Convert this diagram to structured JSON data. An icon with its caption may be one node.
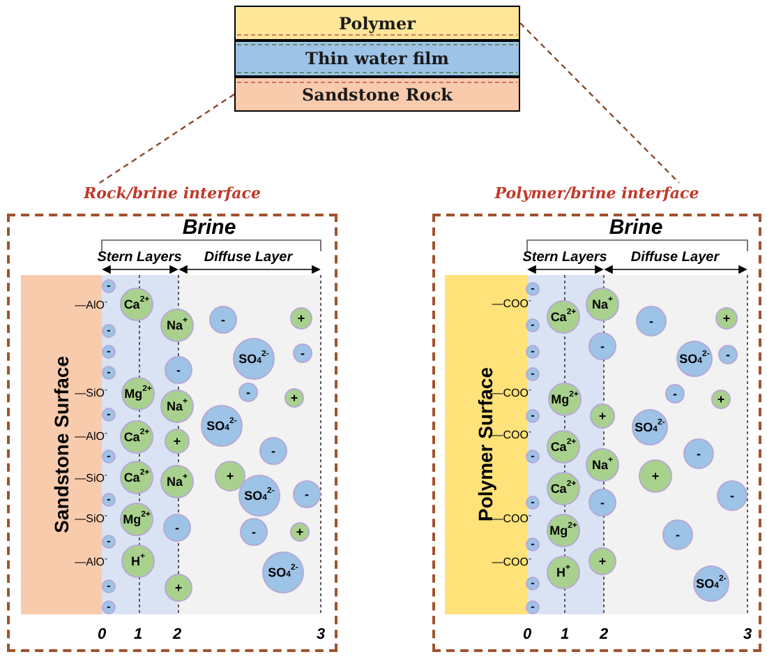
{
  "diagram": {
    "nodes": [
      {
        "text": [
          "Polymer"
        ]
      },
      {
        "text": [
          "Thin water film"
        ]
      },
      {
        "text": [
          "Sandstone Rock"
        ]
      },
      {
        "text": [
          "Rock/brine interface"
        ]
      },
      {
        "text": [
          "Sandstone Surface"
        ],
        "in": 3
      },
      {
        "text": [
          "-"
        ],
        "in": 3
      },
      {
        "text": [
          "-"
        ],
        "in": 3
      },
      {
        "text": [
          "-"
        ],
        "in": 3
      },
      {
        "text": [
          "-"
        ],
        "in": 3
      },
      {
        "text": [
          "-"
        ],
        "in": 3
      },
      {
        "text": [
          "-"
        ],
        "in": 3
      },
      {
        "text": [
          "-"
        ],
        "in": 3
      },
      {
        "text": [
          "-"
        ],
        "in": 3
      },
      {
        "text": [
          "-"
        ],
        "in": 3
      },
      {
        "text": [
          "-"
        ],
        "in": 3
      },
      {
        "text": [
          "Ca$^{2+}$"
        ],
        "in": 3
      },
      {
        "text": [
          "Na$^{+}$"
        ],
        "in": 3
      },
      {
        "text": [
          "-"
        ],
        "in": 3
      },
      {
        "text": [
          "+"
        ],
        "in": 3
      },
      {
        "text": [
          "SO$_{4}$$^{2-}$"
        ],
        "in": 3
      },
      {
        "text": [
          "-"
        ],
        "in": 3
      },
      {
        "text": [
          "-"
        ],
        "in": 3
      },
      {
        "text": [
          "-"
        ],
        "in": 3
      },
      {
        "text": [
          "+"
        ],
        "in": 3
      },
      {
        "text": [
          "Mg$^{2+}$"
        ],
        "in": 3
      },
      {
        "text": [
          "Na$^{+}$"
        ],
        "in": 3
      },
      {
        "text": [
          "SO$_{4}$$^{2-}$"
        ],
        "in": 3
      },
      {
        "text": [
          "Ca$^{2+}$"
        ],
        "in": 3
      },
      {
        "text": [
          "+"
        ],
        "in": 3
      },
      {
        "text": [
          "-"
        ],
        "in": 3
      },
      {
        "text": [
          "+"
        ],
        "in": 3
      },
      {
        "text": [
          "Ca$^{2+}$"
        ],
        "in": 3
      },
      {
        "text": [
          "Na$^{+}$"
        ],
        "in": 3
      },
      {
        "text": [
          "SO$_{4}$$^{2-}$"
        ],
        "in": 3
      },
      {
        "text": [
          "-"
        ],
        "in": 3
      },
      {
        "text": [
          "Mg$^{2+}$"
        ],
        "in": 3
      },
      {
        "text": [
          "-"
        ],
        "in": 3
      },
      {
        "text": [
          "-"
        ],
        "in": 3
      },
      {
        "text": [
          "+"
        ],
        "in": 3
      },
      {
        "text": [
          "H$^{+}$"
        ],
        "in": 3
      },
      {
        "text": [
          "SO$_{4}$$^{2-}$"
        ],
        "in": 3
      },
      {
        "text": [
          "+"
        ],
        "in": 3
      },
      {
        "text": [
          "Polymer/brine interface"
        ]
      },
      {
        "text": [
          "Polymer Surface"
        ],
        "in": 42
      },
      {
        "text": [
          "-"
        ],
        "in": 42
      },
      {
        "text": [
          "-"
        ],
        "in": 42
      },
      {
        "text": [
          "-"
        ],
        "in": 42
      },
      {
        "text": [
          "-"
        ],
        "in": 42
      },
      {
        "text": [
          "-"
        ],
        "in": 42
      },
      {
        "text": [
          "-"
        ],
        "in": 42
      },
      {
        "text": [
          "-"
        ],
        "in": 42
      },
      {
        "text": [
          "-"
        ],
        "in": 42
      },
      {
        "text": [
          "-"
        ],
        "in": 42
      },
      {
        "text": [
          "-"
        ],
        "in": 42
      },
      {
        "text": [
          "Ca$^{2+}$"
        ],
        "in": 42
      },
      {
        "text": [
          "Na$^{+}$"
        ],
        "in": 42
      },
      {
        "text": [
          "-"
        ],
        "in": 42
      },
      {
        "text": [
          "-"
        ],
        "in": 42
      },
      {
        "text": [
          "+"
        ],
        "in": 42
      },
      {
        "text": [
          "SO$_{4}$$^{2-}$"
        ],
        "in": 42
      },
      {
        "text": [
          "-"
        ],
        "in": 42
      },
      {
        "text": [
          "-"
        ],
        "in": 42
      },
      {
        "text": [
          "+"
        ],
        "in": 42
      },
      {
        "text": [
          "Mg$^{2+}$"
        ],
        "in": 42
      },
      {
        "text": [
          "+"
        ],
        "in": 42
      },
      {
        "text": [
          "SO$_{4}$$^{2-}$"
        ],
        "in": 42
      },
      {
        "text": [
          "Ca$^{2+}$"
        ],
        "in": 42
      },
      {
        "text": [
          "-"
        ],
        "in": 42
      },
      {
        "text": [
          "Na$^{+}$"
        ],
        "in": 42
      },
      {
        "text": [
          "+"
        ],
        "in": 42
      },
      {
        "text": [
          "Ca$^{2+}$"
        ],
        "in": 42
      },
      {
        "text": [
          "-"
        ],
        "in": 42
      },
      {
        "text": [
          "-"
        ],
        "in": 42
      },
      {
        "text": [
          "Mg$^{2+}$"
        ],
        "in": 42
      },
      {
        "text": [
          "-"
        ],
        "in": 42
      },
      {
        "text": [
          "+"
        ],
        "in": 42
      },
      {
        "text": [
          "H$^{+}$"
        ],
        "in": 42
      },
      {
        "text": [
          "SO$_{4}$$^{2-}$"
        ],
        "in": 42
      }
    ],
    "edges": [
      {
        "from": 2,
        "to": 3,
        "arrow": "none",
        "style": "dashed"
      },
      {
        "from": 0,
        "to": 42,
        "arrow": "none",
        "style": "dashed"
      }
    ],
    "labels": [
      "Brine",
      "Stern Layers",
      "Diffuse Layer",
      "—AlO$^{-}$",
      "—SiO$^{-}$",
      "—AlO$^{-}$",
      "—SiO$^{-}$",
      "—SiO$^{-}$",
      "—AlO$^{-}$",
      "0",
      "1",
      "2",
      "3",
      "Brine",
      "Stern Layers",
      "Diffuse Layer",
      "—COO$^{-}$",
      "—COO$^{-}$",
      "—COO$^{-}$",
      "—COO$^{-}$",
      "—COO$^{-}$",
      "0",
      "1",
      "2",
      "3"
    ]
  }
}
